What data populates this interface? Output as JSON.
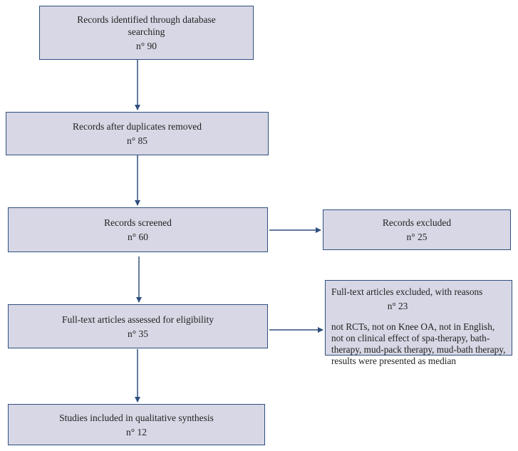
{
  "boxes": {
    "identified": {
      "label": "Records identified through database searching",
      "count": "n° 90"
    },
    "after_duplicates": {
      "label": "Records after duplicates removed",
      "count": "n° 85"
    },
    "screened": {
      "label": "Records screened",
      "count": "n° 60"
    },
    "excluded": {
      "label": "Records excluded",
      "count": "n° 25"
    },
    "assessed": {
      "label": "Full-text articles assessed for eligibility",
      "count": "n° 35"
    },
    "fulltext_excluded": {
      "label": "Full-text articles excluded, with reasons",
      "count": "n° 23",
      "reasons": "not RCTs, not on Knee OA, not in English, not on clinical effect of spa-therapy, bath-therapy, mud-pack therapy, mud-bath therapy, results were presented as median"
    },
    "included": {
      "label": "Studies included in qualitative synthesis",
      "count": "n° 12"
    }
  },
  "colors": {
    "box_fill": "#d7d7e5",
    "box_border": "#2f4f7e",
    "arrow": "#2f4f7e"
  }
}
